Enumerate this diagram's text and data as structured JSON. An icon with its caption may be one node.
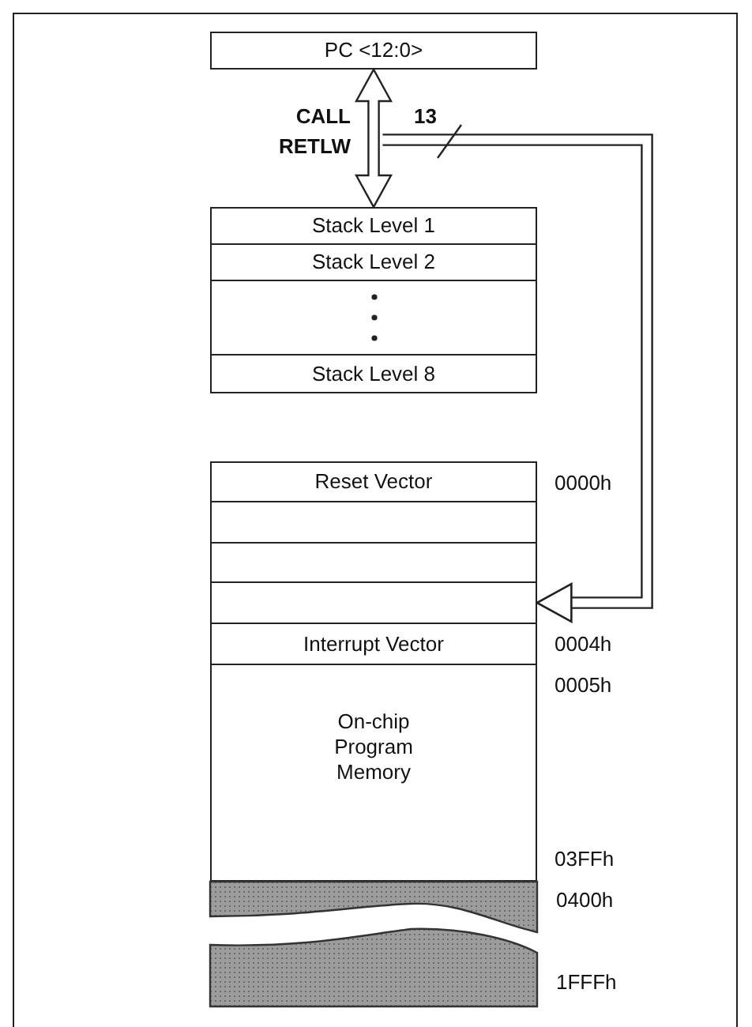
{
  "diagram": {
    "nodes": [
      {
        "text": [
          "PC <12:0>"
        ]
      },
      {
        "text": [
          "Stack Level 1"
        ]
      },
      {
        "text": [
          "Stack Level 2"
        ]
      },
      {
        "text": [],
        "shape": "box"
      },
      {
        "text": [
          "Stack Level 8"
        ]
      },
      {
        "text": [
          "Reset Vector"
        ],
        "beside": [
          "0000h"
        ]
      },
      {
        "text": [],
        "shape": "box"
      },
      {
        "text": [],
        "shape": "box"
      },
      {
        "text": [],
        "shape": "box"
      },
      {
        "text": [
          "Interrupt Vector"
        ],
        "beside": [
          "0004h"
        ]
      },
      {
        "text": [
          "On-chip Program Memory"
        ],
        "beside": [
          "0005h",
          "03FFh"
        ]
      },
      {
        "text": [],
        "shape": "bar",
        "beside": [
          "0400h"
        ]
      },
      {
        "text": [],
        "shape": "bar",
        "beside": [
          "1FFFh"
        ]
      }
    ],
    "edges": [
      {
        "from": 0,
        "to": 1,
        "arrow": "both",
        "label": "CALL RETLW"
      },
      {
        "from": null,
        "to": 8,
        "arrow": "to",
        "label": "13"
      }
    ]
  }
}
